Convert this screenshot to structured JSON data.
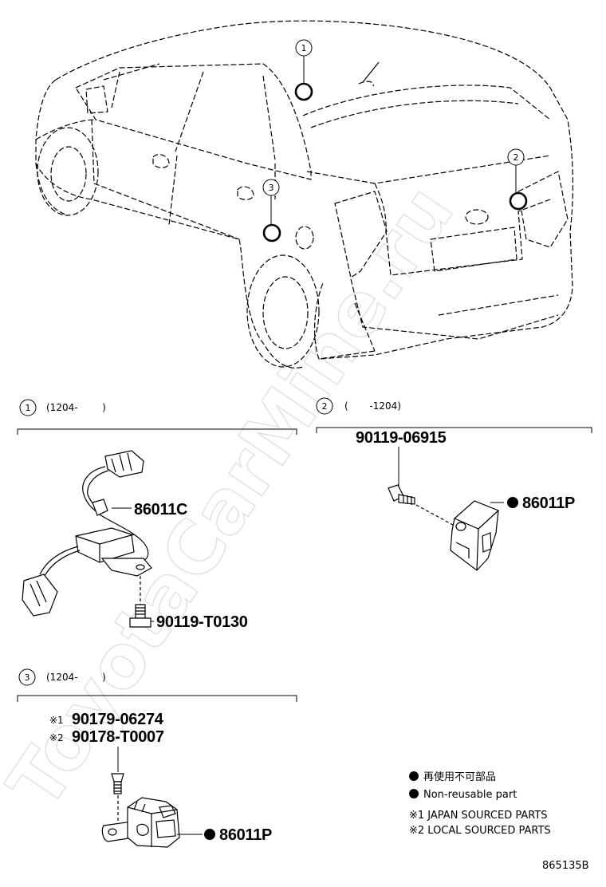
{
  "watermark": "ToyotaCarMine.ru",
  "callouts": [
    "1",
    "2",
    "3"
  ],
  "sections": [
    {
      "num": "1",
      "range": "(1204-        )"
    },
    {
      "num": "2",
      "range": "(       -1204)"
    },
    {
      "num": "3",
      "range": "(1204-        )"
    }
  ],
  "parts": {
    "s1_sensor": "86011C",
    "s1_bolt": "90119-T0130",
    "s2_bolt": "90119-06915",
    "s2_sensor": "86011P",
    "s3_bolt_1": "90179-06274",
    "s3_bolt_2": "90178-T0007",
    "s3_sensor": "86011P"
  },
  "marks": {
    "note1": "※1",
    "note2": "※2"
  },
  "legend": {
    "jp": "再使用不可部品",
    "en": "Non-reusable part",
    "note1": "※1 JAPAN SOURCED PARTS",
    "note2": "※2 LOCAL SOURCED PARTS"
  },
  "diagram_id": "865135B"
}
